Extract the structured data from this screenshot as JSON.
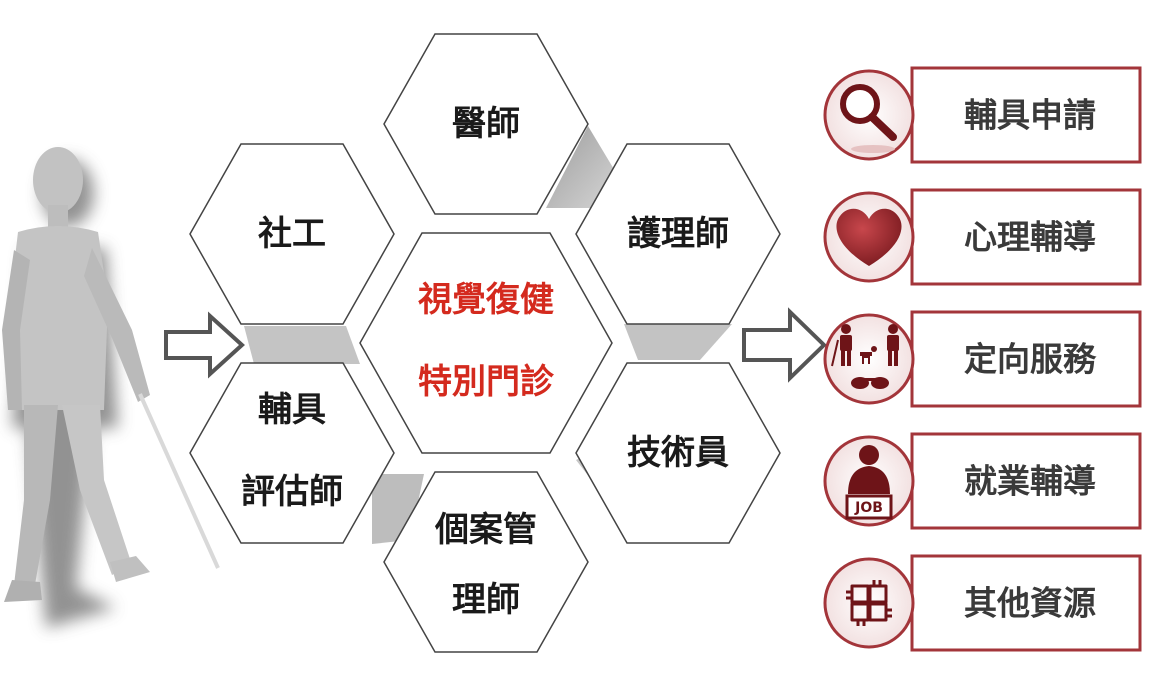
{
  "center": {
    "line1": "視覺復健",
    "line2": "特別門診"
  },
  "roles": {
    "doctor": "醫師",
    "social_worker": "社工",
    "nurse": "護理師",
    "assessor_line1": "輔具",
    "assessor_line2": "評估師",
    "technician": "技術員",
    "case_manager_line1": "個案管",
    "case_manager_line2": "理師"
  },
  "services": [
    {
      "label": "輔具申請",
      "icon": "magnifier-icon"
    },
    {
      "label": "心理輔導",
      "icon": "heart-icon"
    },
    {
      "label": "定向服務",
      "icon": "blind-guide-icon"
    },
    {
      "label": "就業輔導",
      "icon": "job-icon"
    },
    {
      "label": "其他資源",
      "icon": "hands-icon"
    }
  ],
  "icon_texts": {
    "job": "JOB"
  },
  "colors": {
    "accent": "#a3353a",
    "center_text": "#d42a1e",
    "arrow_stroke": "#555555",
    "figure": "#bdbdbd"
  }
}
